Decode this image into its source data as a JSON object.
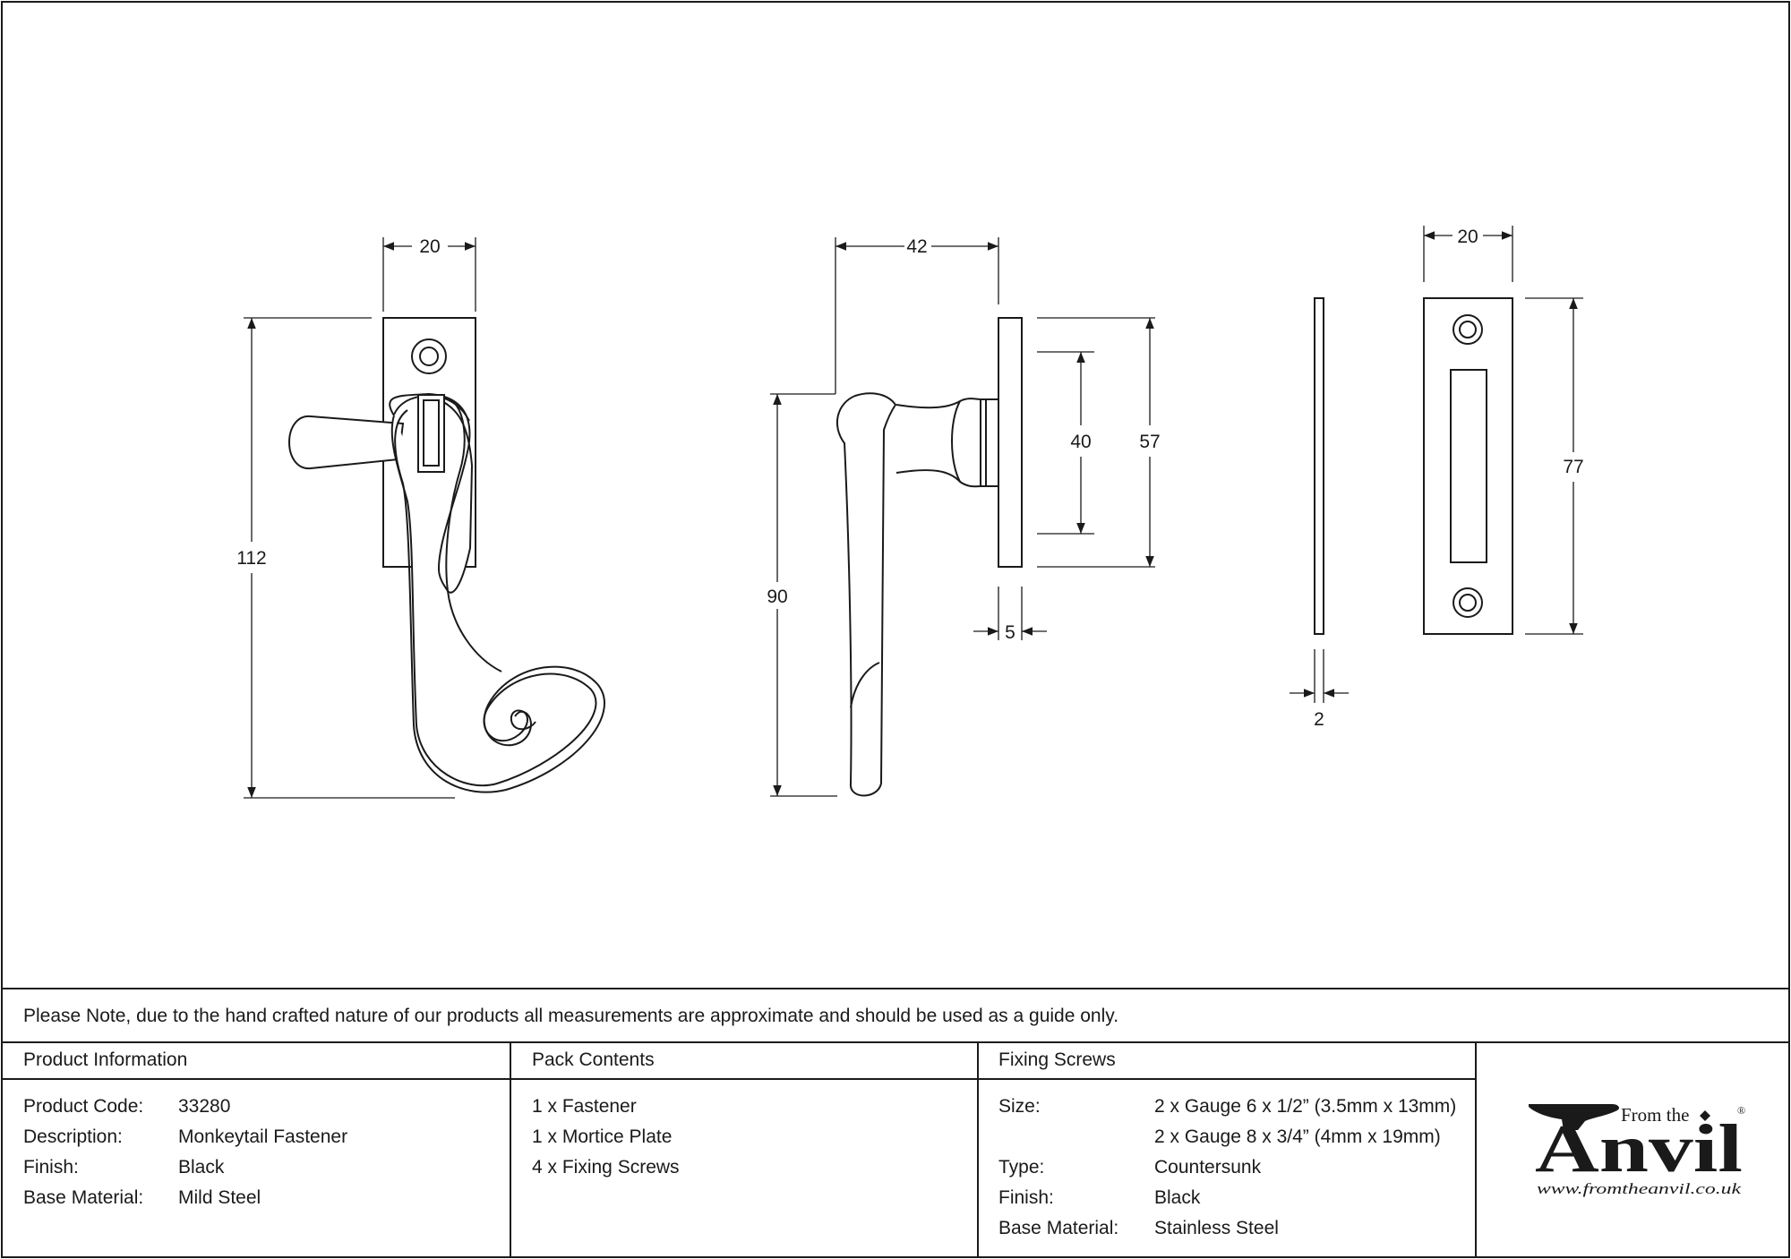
{
  "drawings": {
    "front_view": {
      "width_label": "20",
      "height_label": "112"
    },
    "side_view": {
      "depth_label": "42",
      "handle_length_label": "90",
      "inner_height_label": "40",
      "plate_height_label": "57",
      "plate_thickness_label": "5"
    },
    "mortice_plate": {
      "thickness_label": "2",
      "width_label": "20",
      "height_label": "77"
    }
  },
  "note": "Please Note, due to the hand crafted nature of our products all measurements are approximate and should be used as a guide only.",
  "product_info": {
    "heading": "Product Information",
    "rows": [
      {
        "label": "Product Code:",
        "value": "33280"
      },
      {
        "label": "Description:",
        "value": "Monkeytail Fastener"
      },
      {
        "label": "Finish:",
        "value": "Black"
      },
      {
        "label": "Base Material:",
        "value": "Mild Steel"
      }
    ]
  },
  "pack_contents": {
    "heading": "Pack Contents",
    "items": [
      "1 x Fastener",
      "1 x Mortice Plate",
      "4 x Fixing Screws"
    ]
  },
  "fixing_screws": {
    "heading": "Fixing Screws",
    "size_label": "Size:",
    "size_values": [
      "2 x Gauge 6 x 1/2” (3.5mm x 13mm)",
      "2 x Gauge 8 x 3/4” (4mm x 19mm)"
    ],
    "type_label": "Type:",
    "type_value": "Countersunk",
    "finish_label": "Finish:",
    "finish_value": "Black",
    "base_label": "Base Material:",
    "base_value": "Stainless Steel"
  },
  "logo": {
    "line1": "From the",
    "line2": "Anvil",
    "url": "www.fromtheanvil.co.uk",
    "registered": "®"
  }
}
